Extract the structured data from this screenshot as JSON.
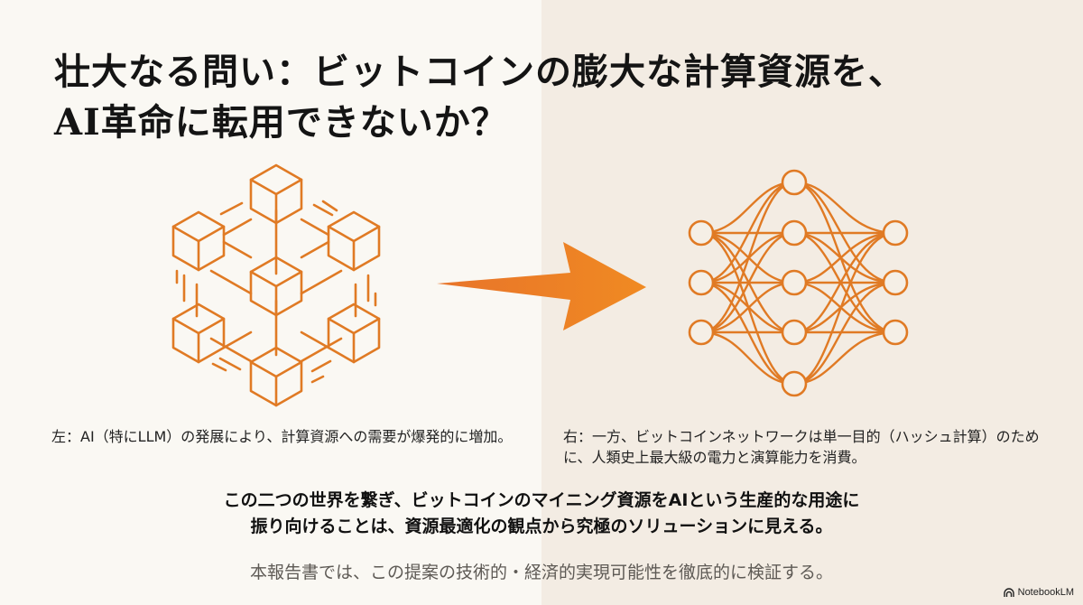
{
  "slide": {
    "title_lines": [
      "壮大なる問い：ビットコインの膨大な計算資源を、",
      "AI革命に転用できないか？"
    ],
    "graphics": {
      "left": {
        "icon": "blockchain-cubes-icon",
        "color": "#e07a24"
      },
      "middle": {
        "icon": "arrow-right-icon",
        "color": "#ea7b1f"
      },
      "right": {
        "icon": "neural-network-icon",
        "color": "#e07a24"
      }
    },
    "caption_left": "左：AI（特にLLM）の発展により、計算資源への需要が爆発的に増加。",
    "caption_right": "右：一方、ビットコインネットワークは単一目的（ハッシュ計算）のために、人類史上最大級の電力と演算能力を消費。",
    "highlight_lines": [
      "この二つの世界を繋ぎ、ビットコインのマイニング資源をAIという生産的な用途に",
      "振り向けることは、資源最適化の観点から究極のソリューションに見える。"
    ],
    "footer": "本報告書では、この提案の技術的・経済的実現可能性を徹底的に検証する。",
    "brand": "NotebookLM",
    "colors": {
      "accent": "#e07a24",
      "bg_left": "#faf8f3",
      "bg_right": "#f3ece3",
      "title": "#141414",
      "footer_text": "#5e5a55"
    }
  }
}
